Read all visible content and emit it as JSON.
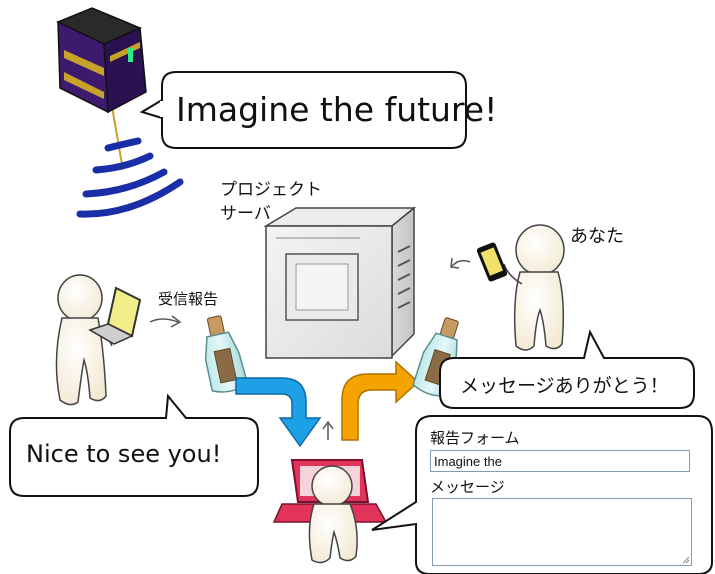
{
  "bubbles": {
    "satellite": "Imagine the future!",
    "sender": "Nice to see you!",
    "you": "メッセージありがとう！"
  },
  "labels": {
    "project_server": "プロジェクト\nサーバ",
    "project_server_line1": "プロジェクト",
    "project_server_line2": "サーバ",
    "you": "あなた",
    "reception_report": "受信報告"
  },
  "form": {
    "report_label": "報告フォーム",
    "report_value": "Imagine the",
    "message_label": "メッセージ",
    "message_value": ""
  },
  "colors": {
    "arrow_blue": "#1ea0e6",
    "arrow_orange": "#f5a300",
    "signal_blue": "#1a2ea8",
    "satellite_purple": "#3d1a6e",
    "satellite_gold": "#c8a32a",
    "laptop_yellow": "#f2ef8a",
    "laptop_red": "#e2335a",
    "phone_yellow": "#f1e06a",
    "input_border": "#7f9db9"
  },
  "icons": [
    "satellite-icon",
    "radio-waves-icon",
    "server-icon",
    "person-icon",
    "laptop-icon",
    "smartphone-icon",
    "bottle-icon",
    "arrow-icon"
  ]
}
